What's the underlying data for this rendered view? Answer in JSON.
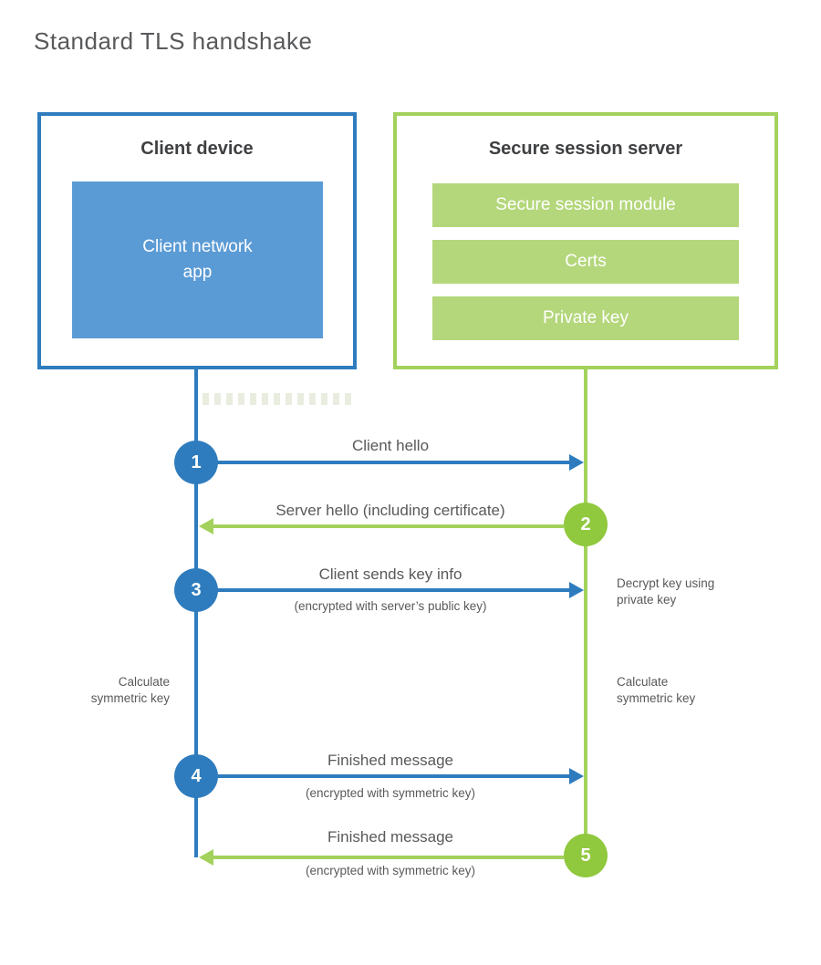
{
  "title": "Standard TLS handshake",
  "colors": {
    "blue_dark": "#2e7cbe",
    "blue_light": "#5b9bd5",
    "green_circle": "#90c83e",
    "green_line": "#a3d25c",
    "green_bar": "#b4d77b",
    "heading_text": "#3f4042",
    "body_text": "#58595b"
  },
  "client": {
    "title": "Client device",
    "app_label": "Client network\napp"
  },
  "server": {
    "title": "Secure session server",
    "modules": [
      "Secure session module",
      "Certs",
      "Private key"
    ]
  },
  "steps": [
    {
      "num": "1",
      "direction": "client-to-server",
      "label": "Client hello",
      "sub": ""
    },
    {
      "num": "2",
      "direction": "server-to-client",
      "label": "Server hello (including certificate)",
      "sub": ""
    },
    {
      "num": "3",
      "direction": "client-to-server",
      "label": "Client sends key info",
      "sub": "(encrypted with server’s public key)"
    },
    {
      "num": "4",
      "direction": "client-to-server",
      "label": "Finished message",
      "sub": "(encrypted with symmetric key)"
    },
    {
      "num": "5",
      "direction": "server-to-client",
      "label": "Finished message",
      "sub": "(encrypted with symmetric key)"
    }
  ],
  "notes": {
    "decrypt": "Decrypt key using\nprivate key",
    "calc_left": "Calculate\nsymmetric key",
    "calc_right": "Calculate\nsymmetric key"
  }
}
